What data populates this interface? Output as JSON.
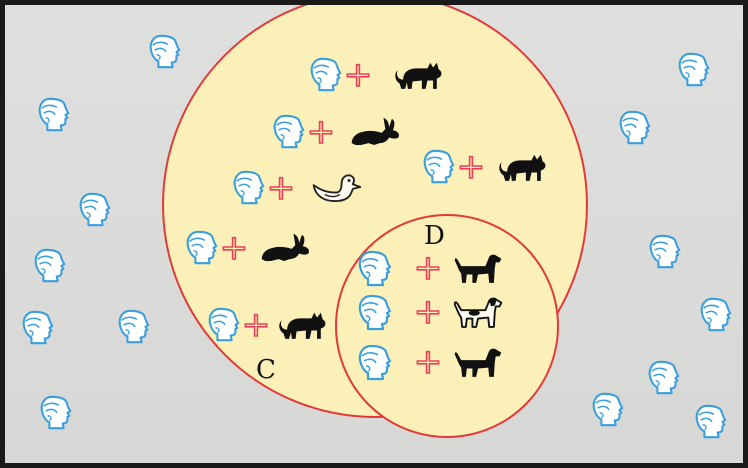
{
  "diagram": {
    "sets": [
      {
        "name": "C",
        "label": "C",
        "fill": "#fbf0b8",
        "stroke": "#e23a3a"
      },
      {
        "name": "D",
        "label": "D",
        "fill": "#fbf0b8",
        "stroke": "#e23a3a"
      }
    ],
    "pairs_outer": [
      {
        "person": "head",
        "animal": "cat"
      },
      {
        "person": "head",
        "animal": "rabbit"
      },
      {
        "person": "head",
        "animal": "cat"
      },
      {
        "person": "head",
        "animal": "duck"
      },
      {
        "person": "head",
        "animal": "rabbit"
      },
      {
        "person": "head",
        "animal": "cat"
      }
    ],
    "pairs_inner": [
      {
        "person": "head",
        "animal": "dog-black"
      },
      {
        "person": "head",
        "animal": "dog-white"
      },
      {
        "person": "head",
        "animal": "dog-black"
      }
    ],
    "scattered_heads_count": 14,
    "plus_symbol": "+",
    "colors": {
      "head": "#3a9fdc",
      "plus": "#e8405a",
      "animal": "#111111",
      "background": "#d9dad8",
      "set_fill": "#fbf0b8",
      "set_stroke": "#e23a3a"
    }
  }
}
